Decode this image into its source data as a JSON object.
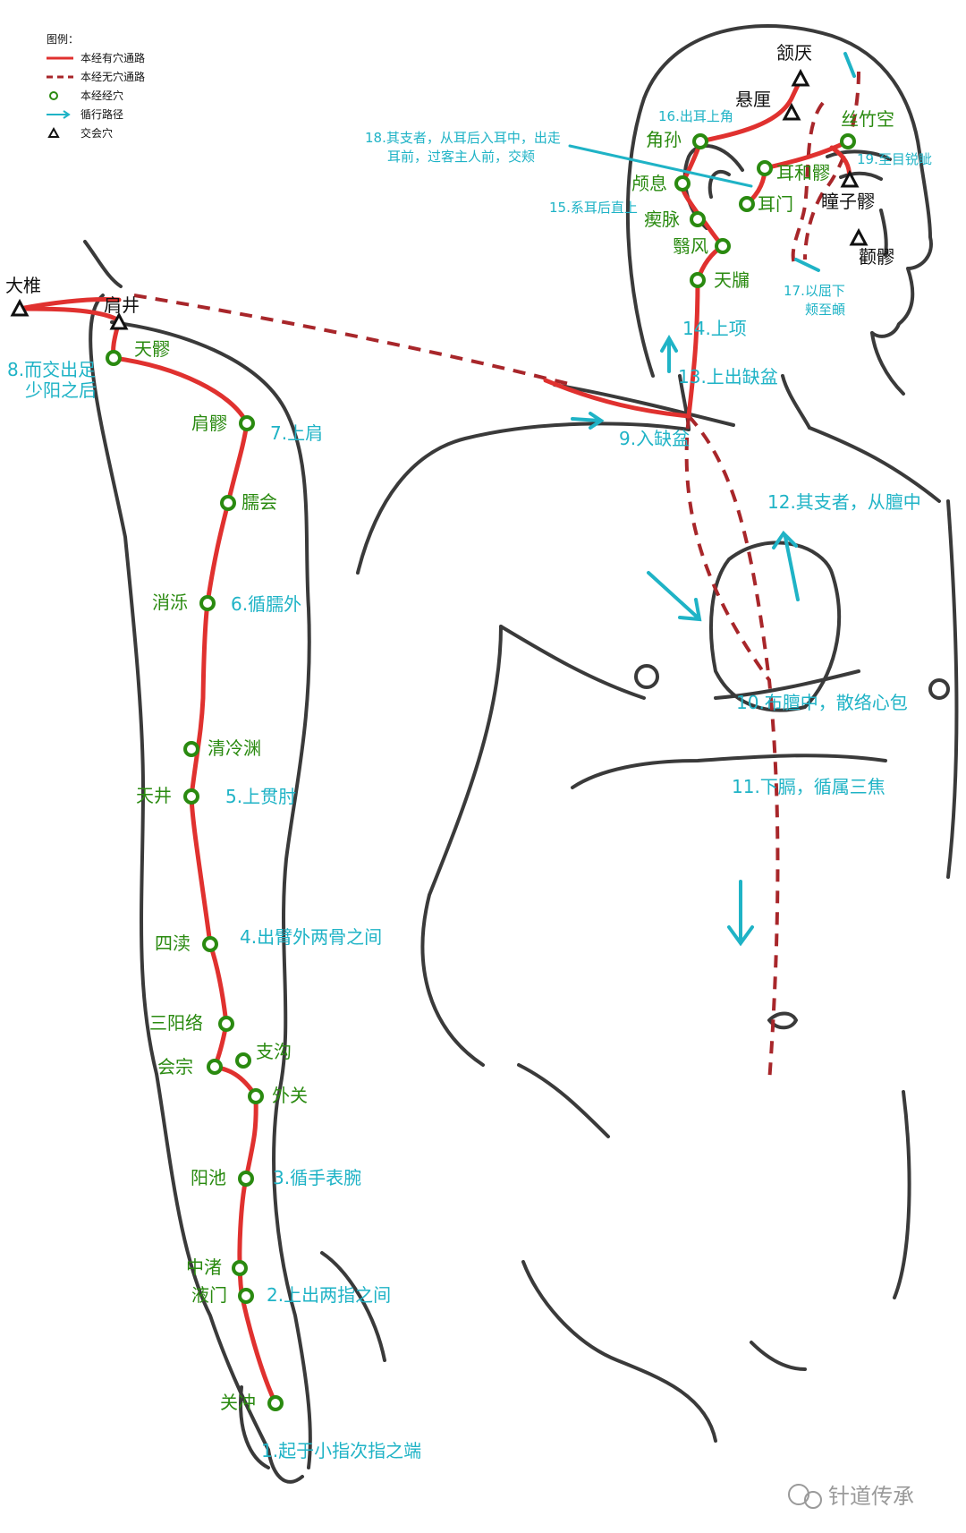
{
  "legend": {
    "title": "图例：",
    "items": [
      {
        "label": "本经有穴通路",
        "type": "solid"
      },
      {
        "label": "本经无穴通路",
        "type": "dashed"
      },
      {
        "label": "本经经穴",
        "type": "circle"
      },
      {
        "label": "循行路径",
        "type": "arrow"
      },
      {
        "label": "交会穴",
        "type": "triangle"
      }
    ]
  },
  "acupoints": {
    "guanchong": "关冲",
    "yemen": "液门",
    "zhongzhu": "中渚",
    "yangchi": "阳池",
    "waiguan": "外关",
    "zhigou": "支沟",
    "huizong": "会宗",
    "sanyangluo": "三阳络",
    "sidu": "四渎",
    "tianjing": "天井",
    "qinglengyuan": "清冷渊",
    "xiaoluo": "消泺",
    "naohui": "臑会",
    "jianliao": "肩髎",
    "tianliao": "天髎",
    "tianyou": "天牖",
    "yifeng": "翳风",
    "chimai": "瘈脉",
    "luxi": "颅息",
    "jiaosun": "角孙",
    "ermen": "耳门",
    "erheliao": "耳和髎",
    "sizhukong": "丝竹空"
  },
  "crossing_points": {
    "dazhui": "大椎",
    "jianjing": "肩井",
    "hanyan": "颔厌",
    "xuanli": "悬厘",
    "tongziliao": "瞳子髎",
    "quanliao": "颧髎"
  },
  "steps": {
    "s1": "1.起于小指次指之端",
    "s2": "2.上出两指之间",
    "s3": "3.循手表腕",
    "s4": "4.出臂外两骨之间",
    "s5": "5.上贯肘",
    "s6": "6.循臑外",
    "s7": "7.上肩",
    "s8a": "8.而交出足",
    "s8b": "少阳之后",
    "s9": "9.入缺盆",
    "s10": "10.布膻中，散络心包",
    "s11": "11.下膈，循属三焦",
    "s12": "12.其支者，从膻中",
    "s13": "13.上出缺盆",
    "s14": "14.上项",
    "s15": "15.系耳后直上",
    "s16": "16.出耳上角",
    "s17a": "17.以屈下",
    "s17b": "颊至頔",
    "s18a": "18.其支者，从耳后入耳中，出走",
    "s18b": "耳前，过客主人前，交颊",
    "s19": "19.至目锐眦"
  },
  "watermark": "针道传承",
  "colors": {
    "meridian": "#e0312f",
    "dashed": "#a8262a",
    "acupoint": "#2a8a10",
    "step_text": "#1fb3c6",
    "outline": "#333333"
  }
}
